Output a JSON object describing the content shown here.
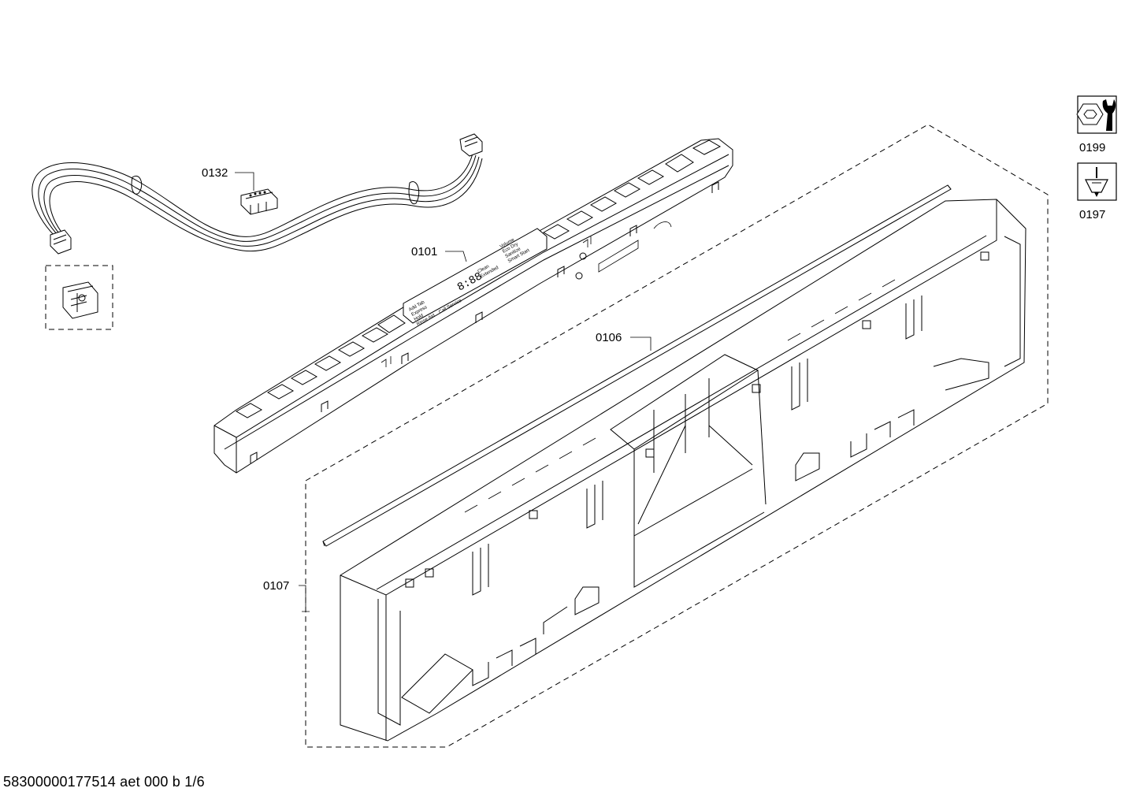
{
  "callouts": {
    "c0132": "0132",
    "c0101": "0101",
    "c0106": "0106",
    "c0107": "0107",
    "c0199": "0199",
    "c0197": "0197"
  },
  "display_labels": {
    "l1": "Add Tab",
    "l2": "Express",
    "l3": "Hold",
    "l4": "Rinse Aid",
    "l5": "Call Service",
    "l6": "Clean",
    "l7": "Extended",
    "l8": "Volume",
    "l9": "Eco Dry",
    "l10": "Sanitize",
    "l11": "Smart Start",
    "digits": "8:88"
  },
  "icons": {
    "tool_1": "wrench-nut-icon",
    "tool_2": "screwdriver-icon"
  },
  "footer": {
    "doc_id": "58300000177514 aet 000 b 1/6"
  }
}
